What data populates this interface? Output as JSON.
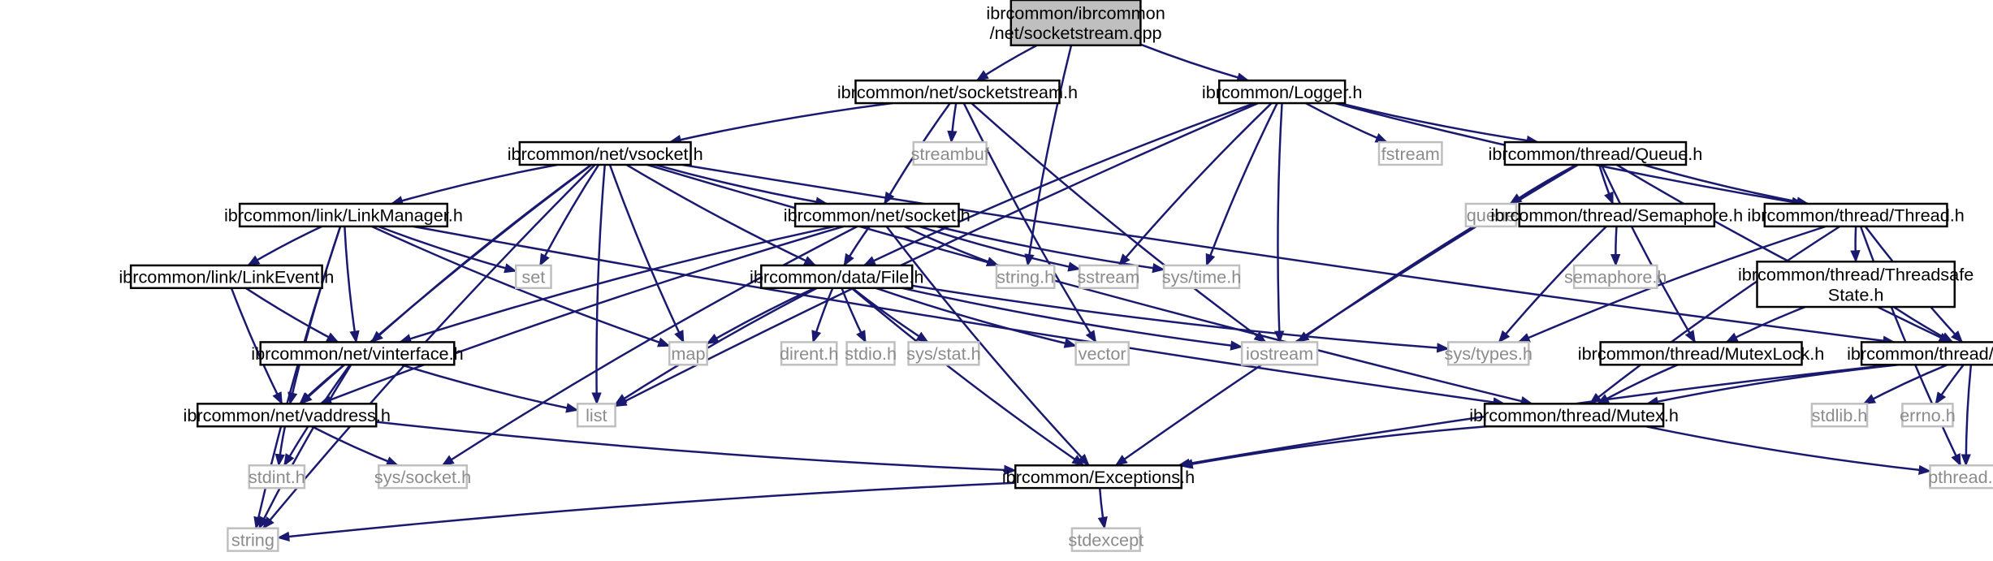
{
  "colors": {
    "edge": "#191970",
    "node_border": "#000000",
    "system_border": "#bfbfbf",
    "system_text": "#8c8c8c",
    "root_fill": "#bfbfbf",
    "text": "#000000"
  },
  "nodes": [
    {
      "id": "root",
      "lines": [
        "ibrcommon/ibrcommon",
        "/net/socketstream.cpp"
      ],
      "kind": "root"
    },
    {
      "id": "socketstream_h",
      "lines": [
        "ibrcommon/net/socketstream.h"
      ],
      "kind": "local"
    },
    {
      "id": "logger_h",
      "lines": [
        "ibrcommon/Logger.h"
      ],
      "kind": "local"
    },
    {
      "id": "vsocket_h",
      "lines": [
        "ibrcommon/net/vsocket.h"
      ],
      "kind": "local"
    },
    {
      "id": "streambuf",
      "lines": [
        "streambuf"
      ],
      "kind": "system"
    },
    {
      "id": "fstream",
      "lines": [
        "fstream"
      ],
      "kind": "system"
    },
    {
      "id": "queue_h",
      "lines": [
        "ibrcommon/thread/Queue.h"
      ],
      "kind": "local"
    },
    {
      "id": "linkmanager_h",
      "lines": [
        "ibrcommon/link/LinkManager.h"
      ],
      "kind": "local"
    },
    {
      "id": "socket_h",
      "lines": [
        "ibrcommon/net/socket.h"
      ],
      "kind": "local"
    },
    {
      "id": "queue",
      "lines": [
        "queue"
      ],
      "kind": "system"
    },
    {
      "id": "semaphore_h",
      "lines": [
        "ibrcommon/thread/Semaphore.h"
      ],
      "kind": "local"
    },
    {
      "id": "thread_h",
      "lines": [
        "ibrcommon/thread/Thread.h"
      ],
      "kind": "local"
    },
    {
      "id": "set",
      "lines": [
        "set"
      ],
      "kind": "system"
    },
    {
      "id": "string_h",
      "lines": [
        "string.h"
      ],
      "kind": "system"
    },
    {
      "id": "sstream",
      "lines": [
        "sstream"
      ],
      "kind": "system"
    },
    {
      "id": "systime_h",
      "lines": [
        "sys/time.h"
      ],
      "kind": "system"
    },
    {
      "id": "semaphore_sys",
      "lines": [
        "semaphore.h"
      ],
      "kind": "system"
    },
    {
      "id": "linkevent_h",
      "lines": [
        "ibrcommon/link/LinkEvent.h"
      ],
      "kind": "local"
    },
    {
      "id": "file_h",
      "lines": [
        "ibrcommon/data/File.h"
      ],
      "kind": "local"
    },
    {
      "id": "threadsafe_h",
      "lines": [
        "ibrcommon/thread/Threadsafe",
        "State.h"
      ],
      "kind": "local"
    },
    {
      "id": "map",
      "lines": [
        "map"
      ],
      "kind": "system"
    },
    {
      "id": "dirent_h",
      "lines": [
        "dirent.h"
      ],
      "kind": "system"
    },
    {
      "id": "stdio_h",
      "lines": [
        "stdio.h"
      ],
      "kind": "system"
    },
    {
      "id": "sysstat_h",
      "lines": [
        "sys/stat.h"
      ],
      "kind": "system"
    },
    {
      "id": "vector",
      "lines": [
        "vector"
      ],
      "kind": "system"
    },
    {
      "id": "iostream",
      "lines": [
        "iostream"
      ],
      "kind": "system"
    },
    {
      "id": "systypes_h",
      "lines": [
        "sys/types.h"
      ],
      "kind": "system"
    },
    {
      "id": "vinterface_h",
      "lines": [
        "ibrcommon/net/vinterface.h"
      ],
      "kind": "local"
    },
    {
      "id": "mutexlock_h",
      "lines": [
        "ibrcommon/thread/MutexLock.h"
      ],
      "kind": "local"
    },
    {
      "id": "conditional_h",
      "lines": [
        "ibrcommon/thread/Conditional.h"
      ],
      "kind": "local"
    },
    {
      "id": "vaddress_h",
      "lines": [
        "ibrcommon/net/vaddress.h"
      ],
      "kind": "local"
    },
    {
      "id": "list",
      "lines": [
        "list"
      ],
      "kind": "system"
    },
    {
      "id": "mutex_h",
      "lines": [
        "ibrcommon/thread/Mutex.h"
      ],
      "kind": "local"
    },
    {
      "id": "stdlib_h",
      "lines": [
        "stdlib.h"
      ],
      "kind": "system"
    },
    {
      "id": "errno_h",
      "lines": [
        "errno.h"
      ],
      "kind": "system"
    },
    {
      "id": "stdint_h",
      "lines": [
        "stdint.h"
      ],
      "kind": "system"
    },
    {
      "id": "syssocket_h",
      "lines": [
        "sys/socket.h"
      ],
      "kind": "system"
    },
    {
      "id": "exceptions_h",
      "lines": [
        "ibrcommon/Exceptions.h"
      ],
      "kind": "local"
    },
    {
      "id": "pthread_h",
      "lines": [
        "pthread.h"
      ],
      "kind": "system"
    },
    {
      "id": "string",
      "lines": [
        "string"
      ],
      "kind": "system"
    },
    {
      "id": "stdexcept",
      "lines": [
        "stdexcept"
      ],
      "kind": "system"
    }
  ],
  "edges": [
    [
      "root",
      "socketstream_h"
    ],
    [
      "root",
      "string_h"
    ],
    [
      "root",
      "logger_h"
    ],
    [
      "socketstream_h",
      "vsocket_h"
    ],
    [
      "socketstream_h",
      "socket_h"
    ],
    [
      "socketstream_h",
      "streambuf"
    ],
    [
      "socketstream_h",
      "vector"
    ],
    [
      "socketstream_h",
      "iostream"
    ],
    [
      "logger_h",
      "file_h"
    ],
    [
      "logger_h",
      "sstream"
    ],
    [
      "logger_h",
      "systime_h"
    ],
    [
      "logger_h",
      "iostream"
    ],
    [
      "logger_h",
      "list"
    ],
    [
      "logger_h",
      "fstream"
    ],
    [
      "logger_h",
      "queue_h"
    ],
    [
      "logger_h",
      "thread_h"
    ],
    [
      "vsocket_h",
      "string"
    ],
    [
      "vsocket_h",
      "vaddress_h"
    ],
    [
      "vsocket_h",
      "linkmanager_h"
    ],
    [
      "vsocket_h",
      "set"
    ],
    [
      "vsocket_h",
      "vinterface_h"
    ],
    [
      "vsocket_h",
      "map"
    ],
    [
      "vsocket_h",
      "list"
    ],
    [
      "vsocket_h",
      "mutex_h"
    ],
    [
      "vsocket_h",
      "file_h"
    ],
    [
      "vsocket_h",
      "socket_h"
    ],
    [
      "vsocket_h",
      "conditional_h"
    ],
    [
      "linkmanager_h",
      "string"
    ],
    [
      "linkmanager_h",
      "vaddress_h"
    ],
    [
      "linkmanager_h",
      "linkevent_h"
    ],
    [
      "linkmanager_h",
      "vinterface_h"
    ],
    [
      "linkmanager_h",
      "map"
    ],
    [
      "linkmanager_h",
      "set"
    ],
    [
      "linkmanager_h",
      "mutex_h"
    ],
    [
      "linkevent_h",
      "vaddress_h"
    ],
    [
      "linkevent_h",
      "vinterface_h"
    ],
    [
      "socket_h",
      "vinterface_h"
    ],
    [
      "socket_h",
      "vaddress_h"
    ],
    [
      "socket_h",
      "syssocket_h"
    ],
    [
      "socket_h",
      "file_h"
    ],
    [
      "socket_h",
      "string_h"
    ],
    [
      "socket_h",
      "sstream"
    ],
    [
      "socket_h",
      "systime_h"
    ],
    [
      "socket_h",
      "exceptions_h"
    ],
    [
      "file_h",
      "map"
    ],
    [
      "file_h",
      "dirent_h"
    ],
    [
      "file_h",
      "stdio_h"
    ],
    [
      "file_h",
      "sysstat_h"
    ],
    [
      "file_h",
      "list"
    ],
    [
      "file_h",
      "exceptions_h"
    ],
    [
      "file_h",
      "vector"
    ],
    [
      "file_h",
      "iostream"
    ],
    [
      "file_h",
      "systypes_h"
    ],
    [
      "vinterface_h",
      "vaddress_h"
    ],
    [
      "vinterface_h",
      "list"
    ],
    [
      "vinterface_h",
      "stdint_h"
    ],
    [
      "vinterface_h",
      "string"
    ],
    [
      "vaddress_h",
      "stdint_h"
    ],
    [
      "vaddress_h",
      "syssocket_h"
    ],
    [
      "vaddress_h",
      "exceptions_h"
    ],
    [
      "exceptions_h",
      "string"
    ],
    [
      "exceptions_h",
      "stdexcept"
    ],
    [
      "queue_h",
      "queue"
    ],
    [
      "queue_h",
      "semaphore_h"
    ],
    [
      "queue_h",
      "thread_h"
    ],
    [
      "queue_h",
      "iostream"
    ],
    [
      "queue_h",
      "exceptions_h"
    ],
    [
      "queue_h",
      "mutexlock_h"
    ],
    [
      "queue_h",
      "conditional_h"
    ],
    [
      "semaphore_h",
      "semaphore_sys"
    ],
    [
      "semaphore_h",
      "systypes_h"
    ],
    [
      "thread_h",
      "threadsafe_h"
    ],
    [
      "thread_h",
      "systypes_h"
    ],
    [
      "thread_h",
      "mutex_h"
    ],
    [
      "thread_h",
      "conditional_h"
    ],
    [
      "thread_h",
      "pthread_h"
    ],
    [
      "threadsafe_h",
      "mutexlock_h"
    ],
    [
      "threadsafe_h",
      "conditional_h"
    ],
    [
      "mutexlock_h",
      "mutex_h"
    ],
    [
      "conditional_h",
      "mutex_h"
    ],
    [
      "conditional_h",
      "stdlib_h"
    ],
    [
      "conditional_h",
      "errno_h"
    ],
    [
      "conditional_h",
      "pthread_h"
    ],
    [
      "conditional_h",
      "exceptions_h"
    ],
    [
      "mutex_h",
      "exceptions_h"
    ],
    [
      "mutex_h",
      "pthread_h"
    ]
  ]
}
